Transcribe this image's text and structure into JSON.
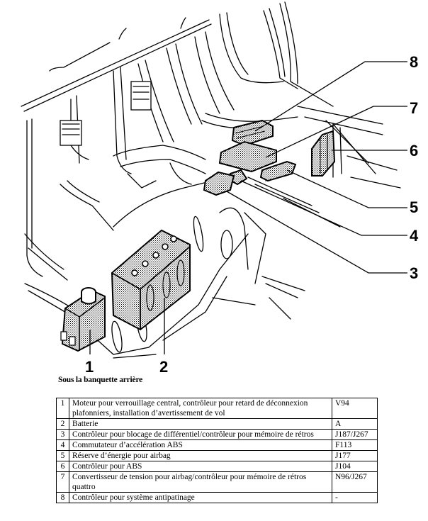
{
  "diagram": {
    "description": "Vue en perspective sous la banquette arrière avec emplacement des composants",
    "callouts": [
      "1",
      "2",
      "3",
      "4",
      "5",
      "6",
      "7",
      "8"
    ]
  },
  "caption": "Sous la banquette arrière",
  "table": {
    "rows": [
      {
        "num": "1",
        "desc": "Moteur pour verrouillage central, contrôleur pour retard de déconnexion plafonniers, installation d’avertissement de vol",
        "code": "V94"
      },
      {
        "num": "2",
        "desc": "Batterie",
        "code": "A"
      },
      {
        "num": "3",
        "desc": "Contrôleur pour blocage de différentiel/contrôleur pour mémoire de rétros",
        "code": "J187/J267"
      },
      {
        "num": "4",
        "desc": "Commutateur d’accélération ABS",
        "code": "F113"
      },
      {
        "num": "5",
        "desc": "Réserve d’énergie pour airbag",
        "code": "J177"
      },
      {
        "num": "6",
        "desc": "Contrôleur pour ABS",
        "code": "J104"
      },
      {
        "num": "7",
        "desc": "Convertisseur de tension pour airbag/contrôleur pour mémoire de rétros quattro",
        "code": "N96/J267"
      },
      {
        "num": "8",
        "desc": "Contrôleur pour système antipatinage",
        "code": "-"
      }
    ]
  }
}
